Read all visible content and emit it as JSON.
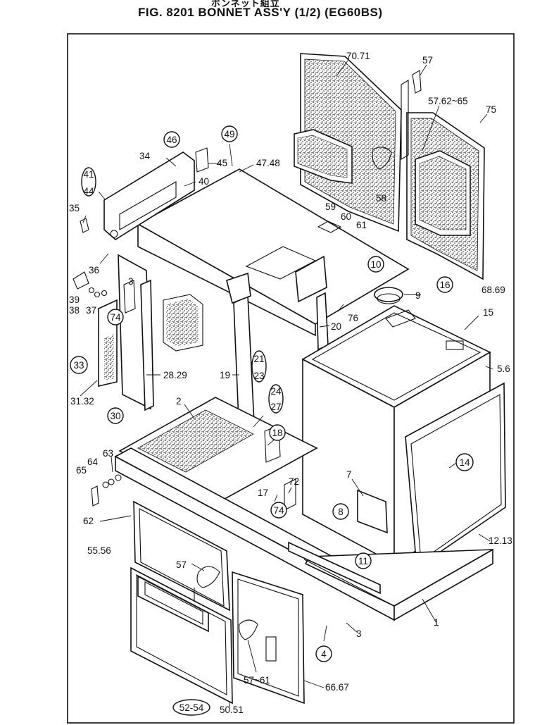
{
  "header": {
    "title_jp": "ボンネット組立",
    "title": "FIG. 8201  BONNET ASS'Y (1/2) (EG60BS)"
  },
  "callouts": [
    {
      "id": "c1",
      "text": "70.71",
      "circled": false
    },
    {
      "id": "c2",
      "text": "57",
      "circled": false
    },
    {
      "id": "c3",
      "text": "57.62~65",
      "circled": false
    },
    {
      "id": "c4",
      "text": "75",
      "circled": false
    },
    {
      "id": "c5",
      "text": "58",
      "circled": false
    },
    {
      "id": "c6",
      "text": "59",
      "circled": false
    },
    {
      "id": "c7",
      "text": "60",
      "circled": false
    },
    {
      "id": "c8",
      "text": "61",
      "circled": false
    },
    {
      "id": "c9",
      "text": "68.69",
      "circled": false
    },
    {
      "id": "c10",
      "text": "46",
      "circled": true
    },
    {
      "id": "c11",
      "text": "49",
      "circled": true
    },
    {
      "id": "c12",
      "text": "34",
      "circled": false
    },
    {
      "id": "c13",
      "text": "45",
      "circled": false
    },
    {
      "id": "c14",
      "text": "47.48",
      "circled": false
    },
    {
      "id": "c15",
      "text": "40",
      "circled": false
    },
    {
      "id": "c16",
      "text": "41",
      "circled": false
    },
    {
      "id": "c17",
      "text": "44",
      "circled": false
    },
    {
      "id": "c18",
      "text": "35",
      "circled": false
    },
    {
      "id": "c19",
      "text": "36",
      "circled": false
    },
    {
      "id": "c20",
      "text": "39",
      "circled": false
    },
    {
      "id": "c21",
      "text": "38",
      "circled": false
    },
    {
      "id": "c22",
      "text": "37",
      "circled": false
    },
    {
      "id": "c23",
      "text": "3",
      "circled": false
    },
    {
      "id": "c24",
      "text": "74",
      "circled": true
    },
    {
      "id": "c25",
      "text": "10",
      "circled": true
    },
    {
      "id": "c26",
      "text": "9",
      "circled": false
    },
    {
      "id": "c27",
      "text": "16",
      "circled": true
    },
    {
      "id": "c28",
      "text": "15",
      "circled": false
    },
    {
      "id": "c29",
      "text": "76",
      "circled": false
    },
    {
      "id": "c30",
      "text": "20",
      "circled": false
    },
    {
      "id": "c31",
      "text": "5.6",
      "circled": false
    },
    {
      "id": "c32",
      "text": "33",
      "circled": true
    },
    {
      "id": "c33",
      "text": "28.29",
      "circled": false
    },
    {
      "id": "c34",
      "text": "21",
      "circled": false
    },
    {
      "id": "c35",
      "text": "23",
      "circled": false
    },
    {
      "id": "c36",
      "text": "19",
      "circled": false
    },
    {
      "id": "c37",
      "text": "31.32",
      "circled": false
    },
    {
      "id": "c38",
      "text": "30",
      "circled": true
    },
    {
      "id": "c39",
      "text": "24",
      "circled": false
    },
    {
      "id": "c40",
      "text": "27",
      "circled": false
    },
    {
      "id": "c41",
      "text": "2",
      "circled": false
    },
    {
      "id": "c42",
      "text": "18",
      "circled": true
    },
    {
      "id": "c43",
      "text": "14",
      "circled": true
    },
    {
      "id": "c44",
      "text": "63",
      "circled": false
    },
    {
      "id": "c45",
      "text": "64",
      "circled": false
    },
    {
      "id": "c46",
      "text": "65",
      "circled": false
    },
    {
      "id": "c47",
      "text": "62",
      "circled": false
    },
    {
      "id": "c48",
      "text": "7",
      "circled": false
    },
    {
      "id": "c49",
      "text": "72",
      "circled": false
    },
    {
      "id": "c50",
      "text": "17",
      "circled": false
    },
    {
      "id": "c51",
      "text": "74",
      "circled": true
    },
    {
      "id": "c52",
      "text": "8",
      "circled": true
    },
    {
      "id": "c53",
      "text": "55.56",
      "circled": false
    },
    {
      "id": "c54",
      "text": "12.13",
      "circled": false
    },
    {
      "id": "c55",
      "text": "11",
      "circled": true
    },
    {
      "id": "c56",
      "text": "57",
      "circled": false
    },
    {
      "id": "c57",
      "text": "1",
      "circled": false
    },
    {
      "id": "c58",
      "text": "3",
      "circled": false
    },
    {
      "id": "c59",
      "text": "4",
      "circled": true
    },
    {
      "id": "c60",
      "text": "57~61",
      "circled": false
    },
    {
      "id": "c61",
      "text": "66.67",
      "circled": false
    },
    {
      "id": "c62",
      "text": "52-54",
      "circled": true
    },
    {
      "id": "c63",
      "text": "50.51",
      "circled": false
    }
  ]
}
